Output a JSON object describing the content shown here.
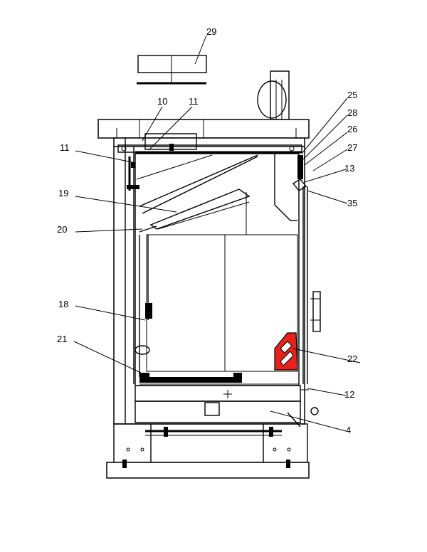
{
  "callouts": [
    {
      "id": "29",
      "label": "29"
    },
    {
      "id": "10",
      "label": "10"
    },
    {
      "id": "11a",
      "label": "11"
    },
    {
      "id": "11b",
      "label": "11"
    },
    {
      "id": "25",
      "label": "25"
    },
    {
      "id": "28",
      "label": "28"
    },
    {
      "id": "26",
      "label": "26"
    },
    {
      "id": "27",
      "label": "27"
    },
    {
      "id": "13",
      "label": "13"
    },
    {
      "id": "35",
      "label": "35"
    },
    {
      "id": "19",
      "label": "19"
    },
    {
      "id": "20",
      "label": "20"
    },
    {
      "id": "18",
      "label": "18"
    },
    {
      "id": "21",
      "label": "21"
    },
    {
      "id": "22",
      "label": "22"
    },
    {
      "id": "12",
      "label": "12"
    },
    {
      "id": "4",
      "label": "4"
    }
  ],
  "colors": {
    "line": "#000000",
    "highlight": "#e8211c",
    "background": "#ffffff"
  }
}
